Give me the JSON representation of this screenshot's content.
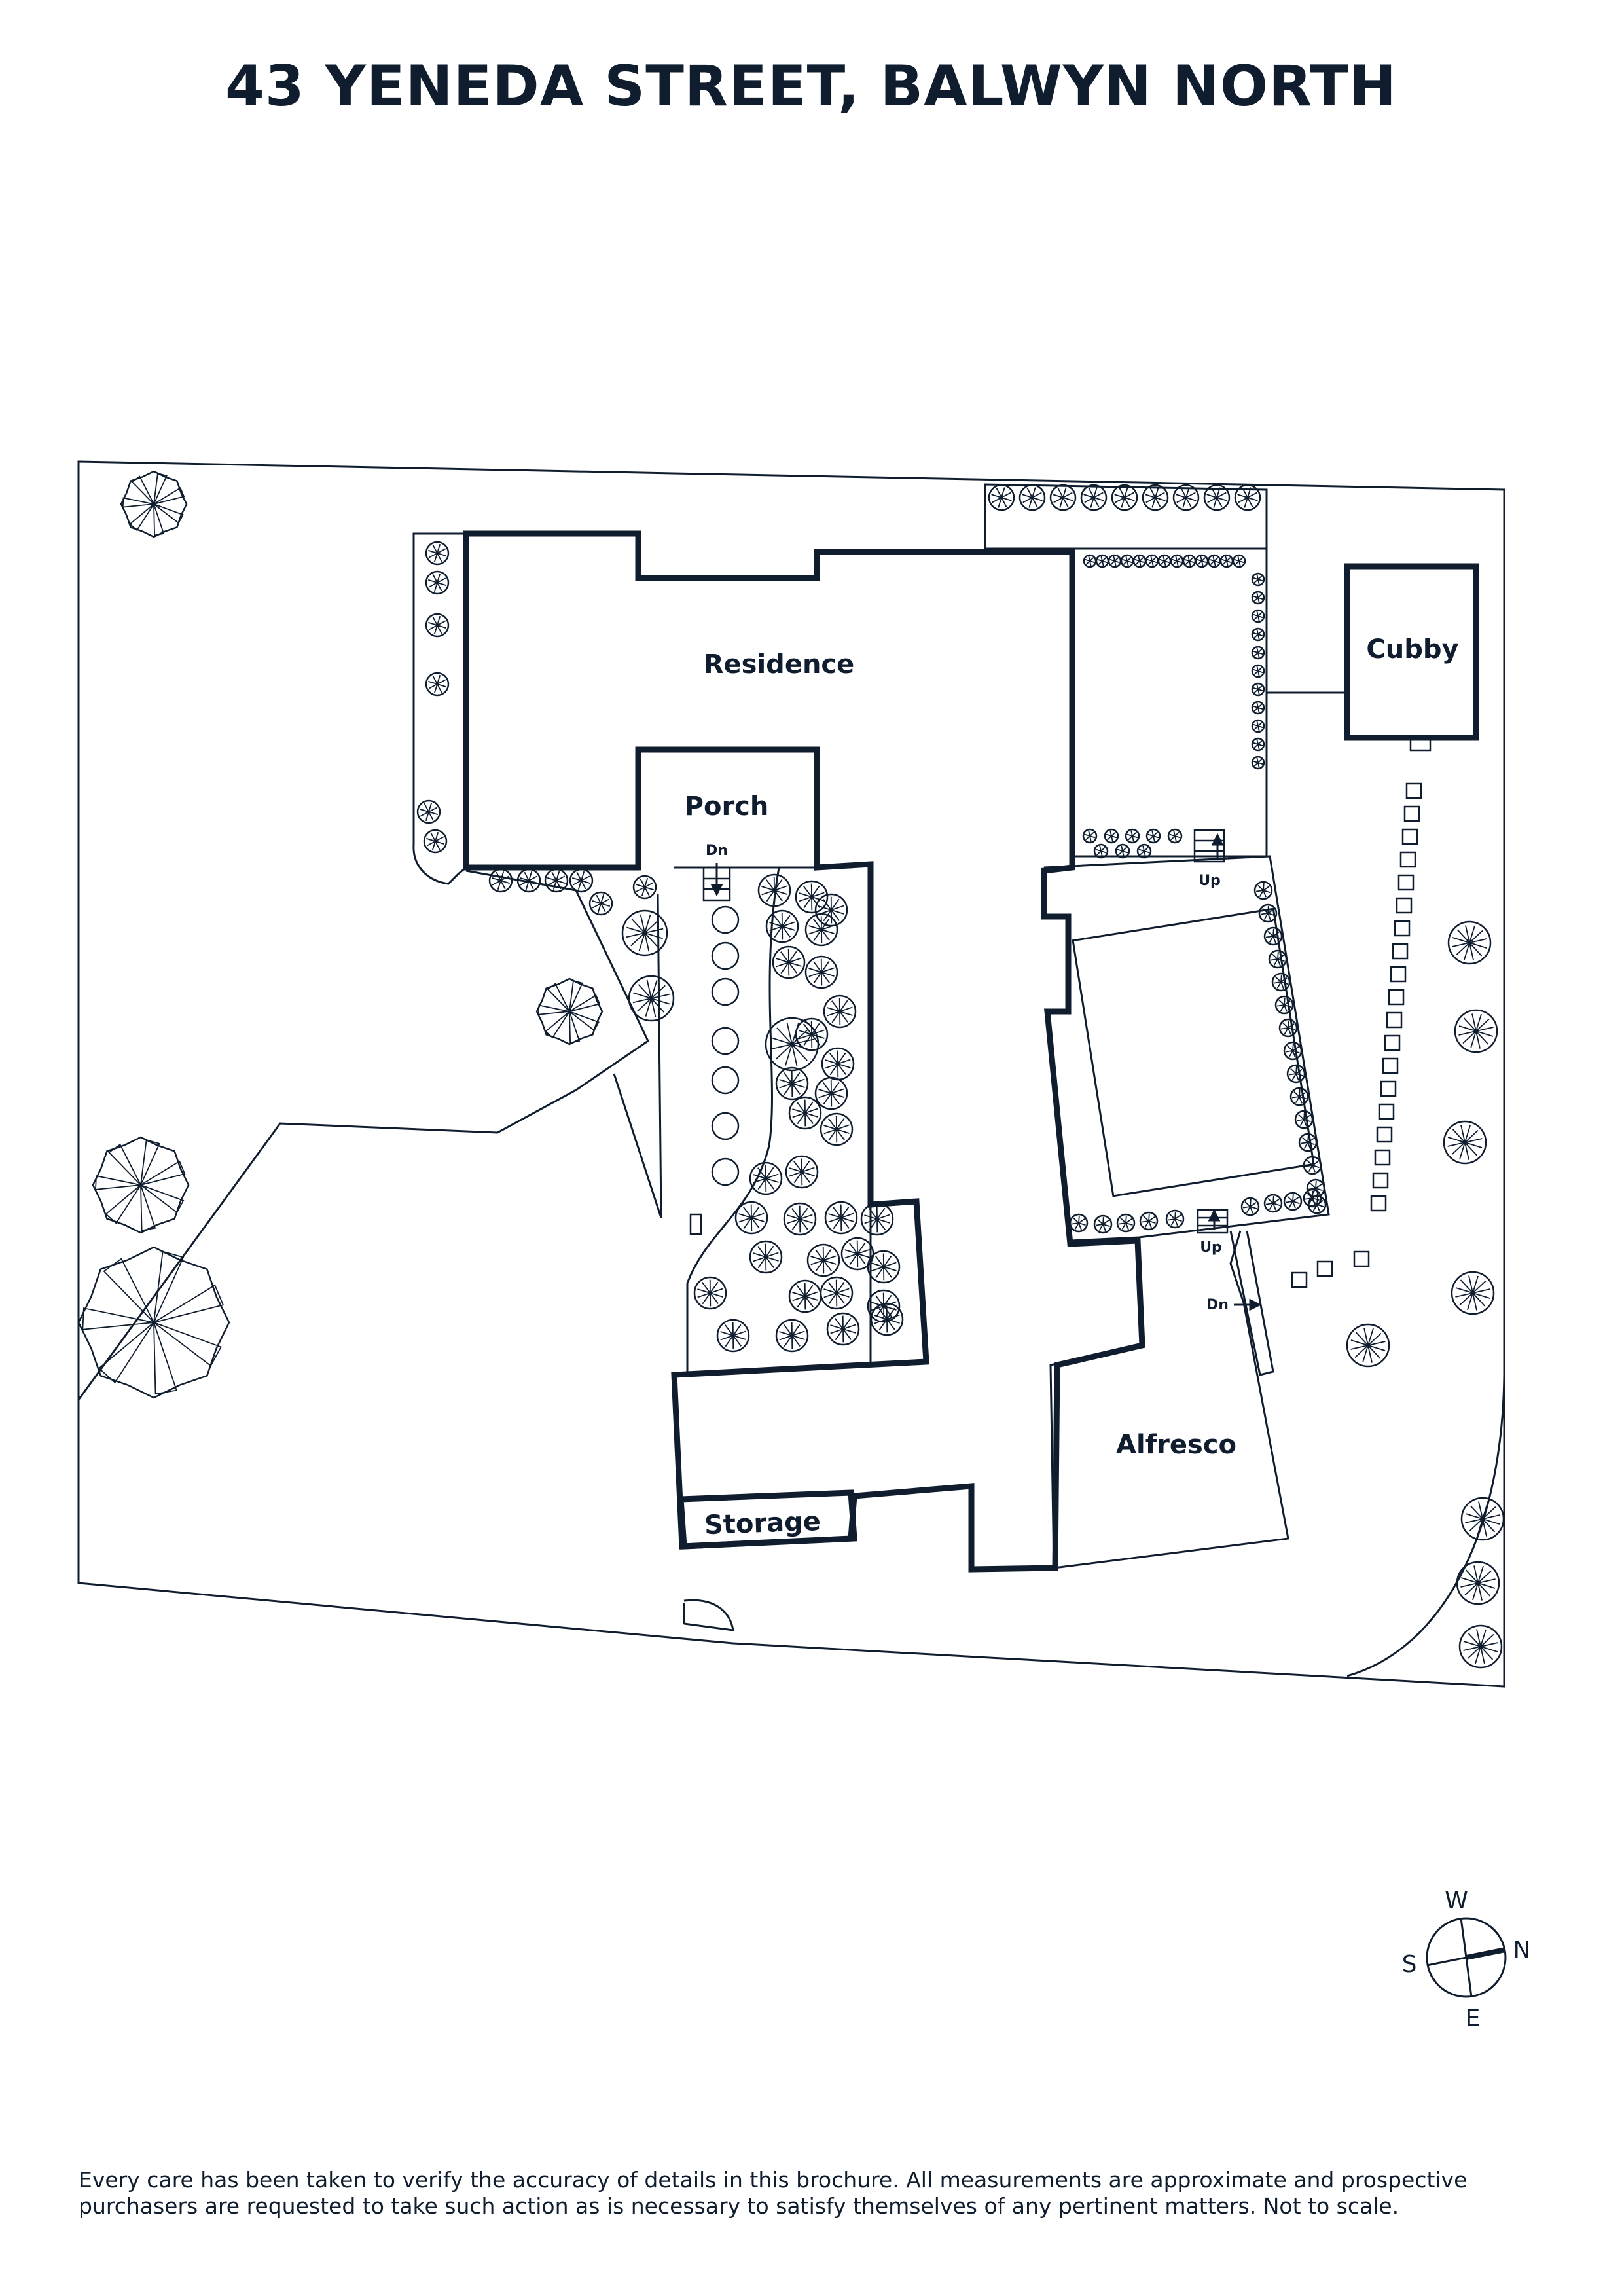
{
  "title": "43 YENEDA STREET, BALWYN NORTH",
  "rooms": {
    "residence": "Residence",
    "porch": "Porch",
    "cubby": "Cubby",
    "alfresco": "Alfresco",
    "storage": "Storage"
  },
  "stair_labels": {
    "porch_down": "Dn",
    "deck_up_top": "Up",
    "deck_up_bottom": "Up",
    "alfresco_down": "Dn"
  },
  "compass": {
    "w": "W",
    "n": "N",
    "s": "S",
    "e": "E"
  },
  "disclaimer": "Every care has been taken to verify the accuracy of details in this brochure. All measurements are approximate and prospective purchasers are requested to take such action as is necessary to satisfy themselves of any pertinent matters. Not to scale.",
  "colors": {
    "line": "#0f1d2e",
    "background": "#ffffff"
  }
}
